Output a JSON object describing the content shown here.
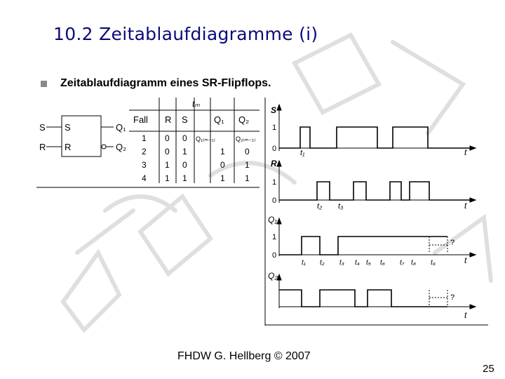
{
  "slide": {
    "title": "10.2  Zeitablaufdiagramme (i)",
    "bullet": "Zeitablaufdiagramm eines SR-Flipflops.",
    "footer": "FHDW G. Hellberg © 2007",
    "page_number": "25"
  },
  "icons": {
    "bullet": "square-bullet-icon"
  },
  "colors": {
    "title": "#0b0b7a",
    "bullet": "#8a8a8a"
  },
  "circuit": {
    "input_s": "S",
    "input_r": "R",
    "inner_s": "S",
    "inner_r": "R",
    "output_q1": "Q₁",
    "output_q2": "Q₂"
  },
  "truth_table": {
    "top_label": "tₘ",
    "headers": [
      "Fall",
      "R",
      "S",
      "Q₁",
      "Q₂"
    ],
    "rows": [
      [
        "1",
        "0",
        "0",
        "Q₁₍ₘ₋₁₎",
        "Q₂₍ₘ₋₁₎"
      ],
      [
        "2",
        "0",
        "1",
        "1",
        "0"
      ],
      [
        "3",
        "1",
        "0",
        "0",
        "1"
      ],
      [
        "4",
        "1",
        "1",
        "1",
        "1"
      ]
    ]
  },
  "timing": {
    "signals": [
      "S",
      "R",
      "Q₁",
      "Q₂"
    ],
    "level_high": "1",
    "level_low": "0",
    "axis_label": "t",
    "time_marks": [
      "t₁",
      "t₂",
      "t₃",
      "t₄",
      "t₅",
      "t₆",
      "t₇",
      "t₈",
      "t₉"
    ],
    "unknown": "?"
  }
}
